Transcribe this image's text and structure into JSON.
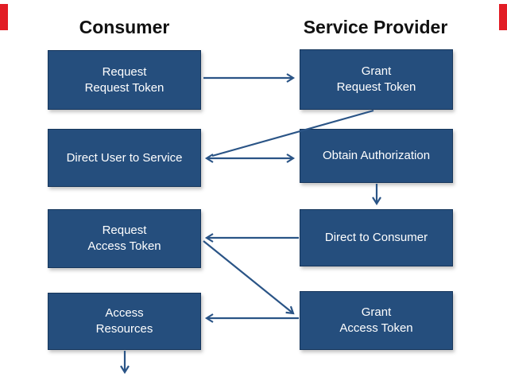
{
  "headers": {
    "consumer": "Consumer",
    "service_provider": "Service Provider"
  },
  "columns": {
    "consumer": {
      "boxes": [
        {
          "id": "request-request-token",
          "lines": [
            "Request",
            "Request Token"
          ]
        },
        {
          "id": "direct-user-to-service",
          "lines": [
            "Direct User to Service"
          ]
        },
        {
          "id": "request-access-token",
          "lines": [
            "Request",
            "Access Token"
          ]
        },
        {
          "id": "access-resources",
          "lines": [
            "Access",
            "Resources"
          ]
        }
      ]
    },
    "service_provider": {
      "boxes": [
        {
          "id": "grant-request-token",
          "lines": [
            "Grant",
            "Request Token"
          ]
        },
        {
          "id": "obtain-authorization",
          "lines": [
            "Obtain Authorization"
          ]
        },
        {
          "id": "direct-to-consumer",
          "lines": [
            "Direct to Consumer"
          ]
        },
        {
          "id": "grant-access-token",
          "lines": [
            "Grant",
            "Access Token"
          ]
        }
      ]
    }
  },
  "edges": [
    {
      "from": "request-request-token",
      "to": "grant-request-token",
      "style": "horizontal-arrow-right"
    },
    {
      "from": "grant-request-token",
      "to": "direct-user-to-service",
      "style": "diagonal-line-down-left"
    },
    {
      "from": "direct-user-to-service",
      "to": "obtain-authorization",
      "style": "horizontal-arrow-both-ends"
    },
    {
      "from": "obtain-authorization",
      "to": "direct-to-consumer",
      "style": "vertical-arrow-down"
    },
    {
      "from": "direct-to-consumer",
      "to": "request-access-token",
      "style": "horizontal-arrow-left"
    },
    {
      "from": "request-access-token",
      "to": "grant-access-token",
      "style": "diagonal-arrow-down-right"
    },
    {
      "from": "grant-access-token",
      "to": "access-resources",
      "style": "horizontal-arrow-left"
    },
    {
      "from": "access-resources",
      "to": "off-slide-bottom",
      "style": "vertical-arrow-down"
    }
  ],
  "colors": {
    "box_fill": "#254e7d",
    "box_border": "#16365c",
    "arrow": "#2a5486",
    "accent_red": "#e21d25",
    "title_text": "#111111",
    "box_text": "#ffffff",
    "background": "#ffffff"
  }
}
